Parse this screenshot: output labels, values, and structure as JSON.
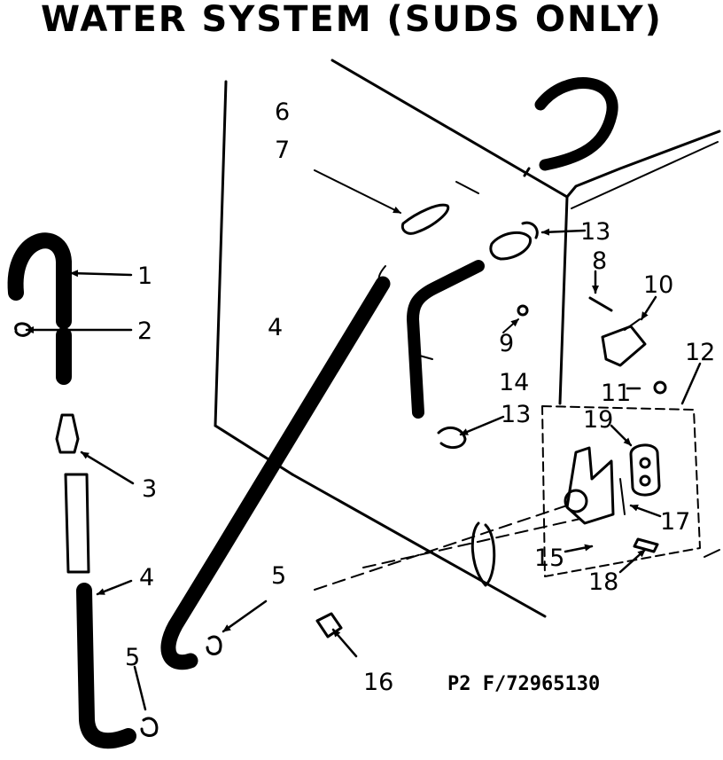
{
  "title": "WATER SYSTEM (SUDS ONLY)",
  "part_code": "P2 F/72965130",
  "callouts": {
    "c1": "1",
    "c2": "2",
    "c3": "3",
    "c4_left": "4",
    "c4_main": "4",
    "c5_left": "5",
    "c5_right": "5",
    "c6": "6",
    "c7": "7",
    "c8": "8",
    "c9": "9",
    "c10": "10",
    "c11": "11",
    "c12": "12",
    "c13_top": "13",
    "c13_mid": "13",
    "c14": "14",
    "c15": "15",
    "c16": "16",
    "c17": "17",
    "c18": "18",
    "c19": "19"
  }
}
